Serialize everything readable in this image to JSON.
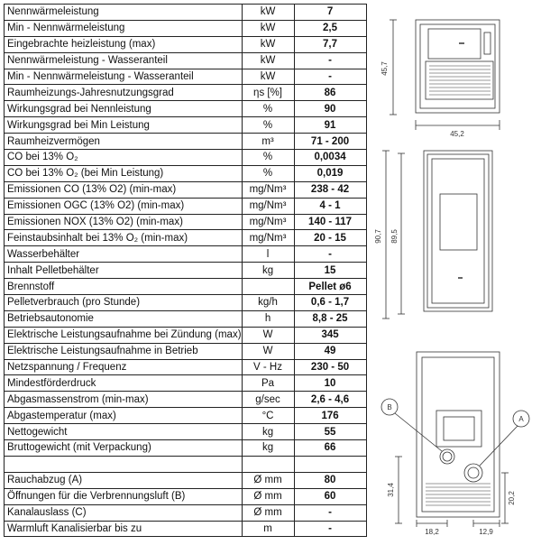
{
  "rows": [
    {
      "label": "Nennwärmeleistung",
      "unit": "kW",
      "value": "7"
    },
    {
      "label": "Min - Nennwärmeleistung",
      "unit": "kW",
      "value": "2,5"
    },
    {
      "label": "Eingebrachte heizleistung (max)",
      "unit": "kW",
      "value": "7,7"
    },
    {
      "label": "Nennwärmeleistung - Wasseranteil",
      "unit": "kW",
      "value": "-"
    },
    {
      "label": "Min - Nennwärmeleistung - Wasseranteil",
      "unit": "kW",
      "value": "-"
    },
    {
      "label": "Raumheizungs-Jahresnutzungsgrad",
      "unit": "ηs [%]",
      "value": "86"
    },
    {
      "label": "Wirkungsgrad bei Nennleistung",
      "unit": "%",
      "value": "90"
    },
    {
      "label": "Wirkungsgrad bei Min Leistung",
      "unit": "%",
      "value": "91"
    },
    {
      "label": "Raumheizvermögen",
      "unit": "m³",
      "value": "71 - 200"
    },
    {
      "label": "CO bei 13% O₂",
      "unit": "%",
      "value": "0,0034"
    },
    {
      "label": "CO bei 13% O₂ (bei Min Leistung)",
      "unit": "%",
      "value": "0,019"
    },
    {
      "label": "Emissionen CO (13% O2)  (min-max)",
      "unit": "mg/Nm³",
      "value": "238 - 42"
    },
    {
      "label": "Emissionen OGC (13% O2)   (min-max)",
      "unit": "mg/Nm³",
      "value": "4 - 1"
    },
    {
      "label": "Emissionen NOX (13% O2)   (min-max)",
      "unit": "mg/Nm³",
      "value": "140 - 117"
    },
    {
      "label": "Feinstaubsinhalt bei 13% O₂  (min-max)",
      "unit": "mg/Nm³",
      "value": "20 - 15"
    },
    {
      "label": "Wasserbehälter",
      "unit": "l",
      "value": "-"
    },
    {
      "label": "Inhalt Pelletbehälter",
      "unit": "kg",
      "value": "15"
    },
    {
      "label": "Brennstoff",
      "unit": "",
      "value": "Pellet ø6"
    },
    {
      "label": "Pelletverbrauch (pro Stunde)",
      "unit": "kg/h",
      "value": "0,6 - 1,7"
    },
    {
      "label": "Betriebsautonomie",
      "unit": "h",
      "value": "8,8 - 25"
    },
    {
      "label": "Elektrische Leistungsaufnahme bei Zündung (max)",
      "unit": "W",
      "value": "345"
    },
    {
      "label": "Elektrische Leistungsaufnahme in Betrieb",
      "unit": "W",
      "value": "49"
    },
    {
      "label": "Netzspannung / Frequenz",
      "unit": "V - Hz",
      "value": "230 - 50"
    },
    {
      "label": "Mindestförderdruck",
      "unit": "Pa",
      "value": "10"
    },
    {
      "label": "Abgasmassenstrom (min-max)",
      "unit": "g/sec",
      "value": "2,6 - 4,6"
    },
    {
      "label": "Abgastemperatur (max)",
      "unit": "°C",
      "value": "176"
    },
    {
      "label": "Nettogewicht",
      "unit": "kg",
      "value": "55"
    },
    {
      "label": "Bruttogewicht (mit Verpackung)",
      "unit": "kg",
      "value": "66"
    },
    {
      "label": "",
      "unit": "",
      "value": ""
    },
    {
      "label": "Rauchabzug  (A)",
      "unit": "Ø mm",
      "value": "80"
    },
    {
      "label": "Öffnungen für die Verbrennungsluft  (B)",
      "unit": "Ø mm",
      "value": "60"
    },
    {
      "label": "Kanalauslass  (C)",
      "unit": "Ø mm",
      "value": "-"
    },
    {
      "label": "Warmluft Kanalisierbar bis zu",
      "unit": "m",
      "value": "-"
    }
  ],
  "drawings": {
    "top_height": "45,7",
    "top_width": "45,2",
    "front_height_outer": "90,7",
    "front_height_inner": "89,5",
    "rear_callout_b": "B",
    "rear_callout_a": "A",
    "rear_height": "31,4",
    "rear_a_height": "20,2",
    "rear_b_offset": "18,2",
    "rear_a_offset": "12,9"
  }
}
